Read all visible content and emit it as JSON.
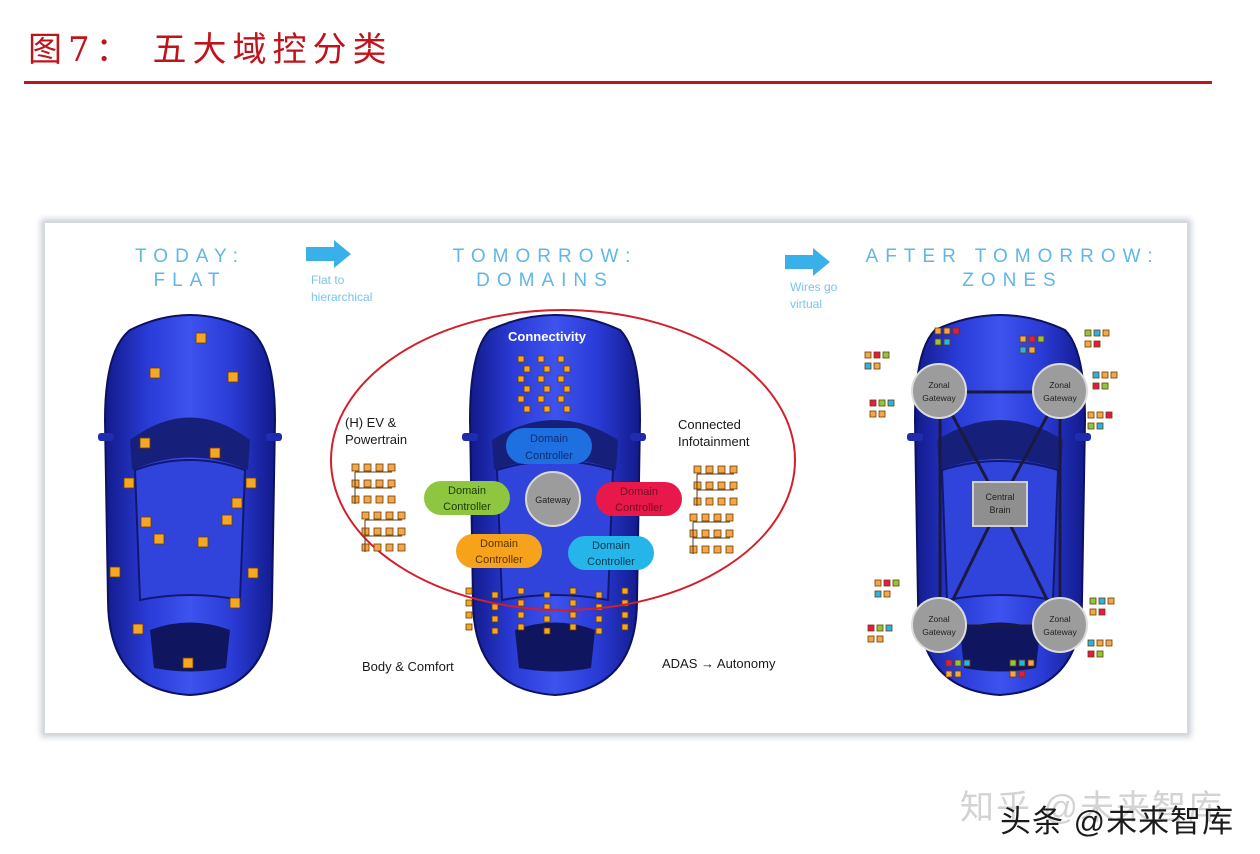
{
  "figure": {
    "title": "图7： 五大域控分类"
  },
  "panels": {
    "flat": {
      "heading_line1": "TODAY:",
      "heading_line2": "FLAT"
    },
    "domains": {
      "heading_line1": "TOMORROW:",
      "heading_line2": "DOMAINS",
      "label_connectivity": "Connectivity",
      "label_ev": "(H) EV &\nPowertrain",
      "label_infotainment": "Connected\nInfotainment",
      "label_body": "Body & Comfort",
      "label_adas": "ADAS → Autonomy",
      "gateway": "Gateway",
      "controller_label": "Domain\nController"
    },
    "zones": {
      "heading_line1": "AFTER TOMORROW:",
      "heading_line2": "ZONES",
      "zonal_gateway": "Zonal\nGateway",
      "central_brain": "Central\nBrain"
    }
  },
  "transitions": {
    "first_note": "Flat to\nhierarchical",
    "second_note": "Wires go\nvirtual"
  },
  "colors": {
    "title_red": "#c0141c",
    "heading_blue": "#5fb7e6",
    "car_blue": "#2230c4",
    "ecu_orange": "#f5a623",
    "dc_blue": "#1e6fe0",
    "dc_green": "#8ec63f",
    "dc_red": "#e8194a",
    "dc_orange": "#f7a21b",
    "dc_cyan": "#26b5e8",
    "gateway_gray": "#9c9c9c"
  },
  "watermarks": {
    "zhihu": "知乎 @未来智库",
    "toutiao": "头条 @未来智库"
  }
}
